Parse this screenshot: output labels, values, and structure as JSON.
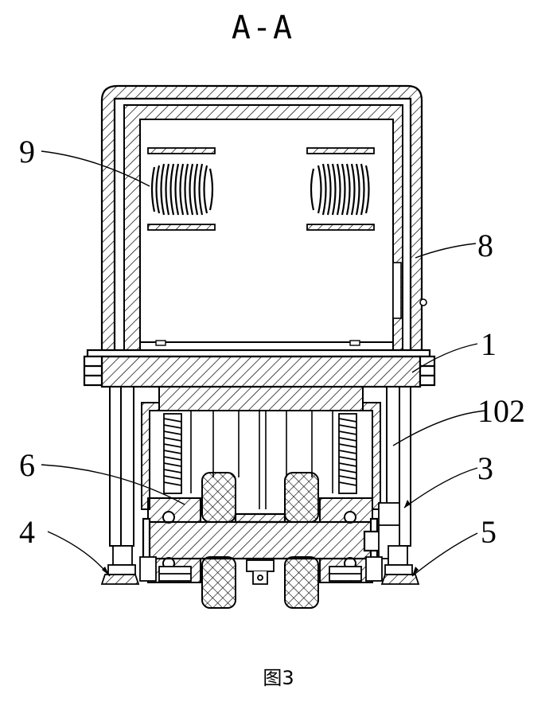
{
  "section_title": "A-A",
  "figure_caption": "图3",
  "reference_labels": {
    "label_9": "9",
    "label_8": "8",
    "label_1": "1",
    "label_102": "102",
    "label_6": "6",
    "label_3": "3",
    "label_4": "4",
    "label_5": "5"
  }
}
